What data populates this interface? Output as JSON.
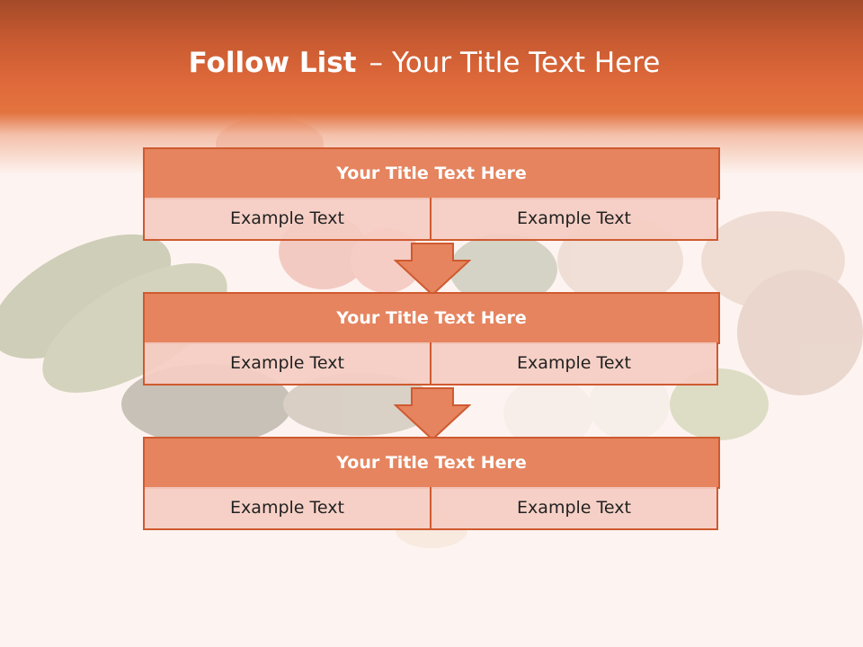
{
  "slide": {
    "title_bold": "Follow List",
    "title_sep": "–",
    "title_rest": "Your Title Text Here"
  },
  "steps": [
    {
      "title": "Your Title Text Here",
      "left": "Example Text",
      "right": "Example Text"
    },
    {
      "title": "Your Title Text Here",
      "left": "Example Text",
      "right": "Example Text"
    },
    {
      "title": "Your Title Text Here",
      "left": "Example Text",
      "right": "Example Text"
    }
  ],
  "colors": {
    "header": "#e06a3b",
    "box_title": "#e5845f",
    "box_cell": "#f5ccc2",
    "border": "#cf5a30"
  }
}
